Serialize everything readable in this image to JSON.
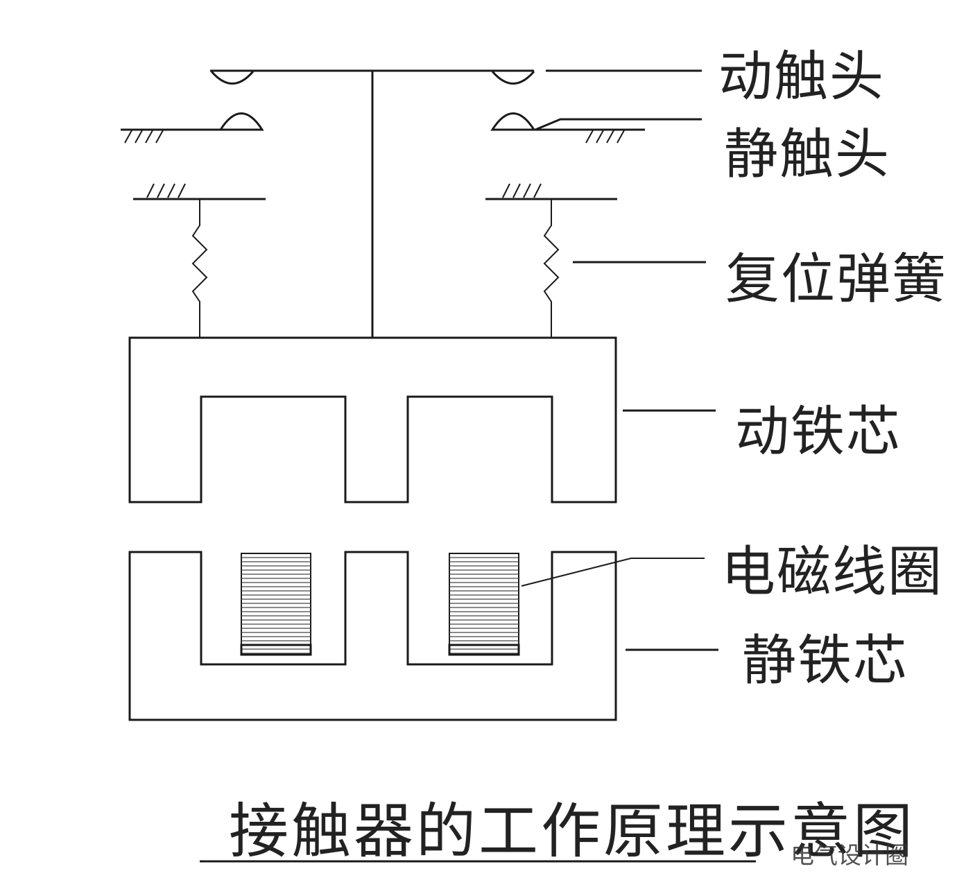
{
  "labels": {
    "moving_contact": "动触头",
    "static_contact": "静触头",
    "reset_spring": "复位弹簧",
    "moving_core": "动铁芯",
    "coil": "电磁线圈",
    "static_core": "静铁芯"
  },
  "title": "接触器的工作原理示意图",
  "watermark": "电气设计圈"
}
